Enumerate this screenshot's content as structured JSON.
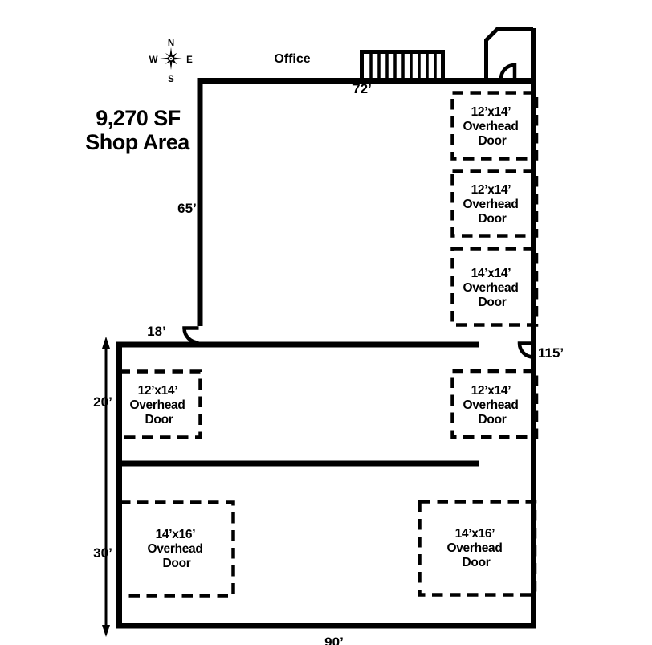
{
  "colors": {
    "line": "#000000",
    "background": "#ffffff"
  },
  "plan": {
    "office_label": "Office",
    "shop_area": {
      "line1": "9,270 SF",
      "line2": "Shop Area"
    },
    "compass": {
      "north": "N",
      "south": "S",
      "east": "E",
      "west": "W"
    },
    "dimensions": {
      "top_width": "72’",
      "shop_depth": "65’",
      "jog_width": "18’",
      "right_total": "115’",
      "bay1_depth": "20’",
      "bay2_depth": "30’",
      "bottom_width": "90’"
    },
    "overhead_doors": [
      {
        "id": "ne-1",
        "lines": [
          "12’x14’",
          "Overhead",
          "Door"
        ]
      },
      {
        "id": "ne-2",
        "lines": [
          "12’x14’",
          "Overhead",
          "Door"
        ]
      },
      {
        "id": "ne-3",
        "lines": [
          "14’x14’",
          "Overhead",
          "Door"
        ]
      },
      {
        "id": "mid-west",
        "lines": [
          "12’x14’",
          "Overhead",
          "Door"
        ]
      },
      {
        "id": "mid-east",
        "lines": [
          "12’x14’",
          "Overhead",
          "Door"
        ]
      },
      {
        "id": "south-west",
        "lines": [
          "14’x16’",
          "Overhead",
          "Door"
        ]
      },
      {
        "id": "south-east",
        "lines": [
          "14’x16’",
          "Overhead",
          "Door"
        ]
      }
    ]
  }
}
